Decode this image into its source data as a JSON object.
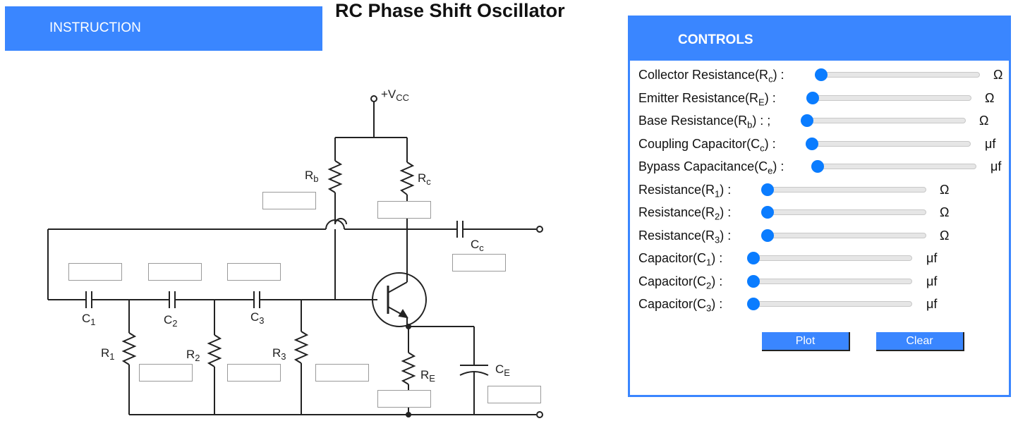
{
  "title": "RC Phase Shift Oscillator",
  "instruction_label": "INSTRUCTION",
  "controls": {
    "heading": "CONTROLS",
    "items": [
      {
        "label": "Collector Resistance(R",
        "sub": "c",
        "suffix": ") :",
        "unit": "Ω",
        "value": 0
      },
      {
        "label": "Emitter Resistance(R",
        "sub": "E",
        "suffix": ") :",
        "unit": "Ω",
        "value": 0
      },
      {
        "label": "Base Resistance(R",
        "sub": "b",
        "suffix": ") : ;",
        "unit": "Ω",
        "value": 0
      },
      {
        "label": "Coupling Capacitor(C",
        "sub": "c",
        "suffix": ") :",
        "unit": "μf",
        "value": 0
      },
      {
        "label": "Bypass Capacitance(C",
        "sub": "e",
        "suffix": ") :",
        "unit": "μf",
        "value": 0
      },
      {
        "label": "Resistance(R",
        "sub": "1",
        "suffix": ") :",
        "unit": "Ω",
        "value": 0
      },
      {
        "label": "Resistance(R",
        "sub": "2",
        "suffix": ") :",
        "unit": "Ω",
        "value": 0
      },
      {
        "label": "Resistance(R",
        "sub": "3",
        "suffix": ") :",
        "unit": "Ω",
        "value": 0
      },
      {
        "label": "Capacitor(C",
        "sub": "1",
        "suffix": ") :",
        "unit": "μf",
        "value": 0
      },
      {
        "label": "Capacitor(C",
        "sub": "2",
        "suffix": ") :",
        "unit": "μf",
        "value": 0
      },
      {
        "label": "Capacitor(C",
        "sub": "3",
        "suffix": ") :",
        "unit": "μf",
        "value": 0
      }
    ],
    "plot_label": "Plot",
    "clear_label": "Clear"
  },
  "circuit": {
    "vcc": {
      "text": "+V",
      "sub": "CC"
    },
    "rb": {
      "text": "R",
      "sub": "b"
    },
    "rc": {
      "text": "R",
      "sub": "c"
    },
    "cc": {
      "text": "C",
      "sub": "c"
    },
    "c1": {
      "text": "C",
      "sub": "1"
    },
    "c2": {
      "text": "C",
      "sub": "2"
    },
    "c3": {
      "text": "C",
      "sub": "3"
    },
    "r1": {
      "text": "R",
      "sub": "1"
    },
    "r2": {
      "text": "R",
      "sub": "2"
    },
    "r3": {
      "text": "R",
      "sub": "3"
    },
    "re": {
      "text": "R",
      "sub": "E"
    },
    "ce": {
      "text": "C",
      "sub": "E"
    },
    "inputs": {
      "rb": "",
      "rc": "",
      "cc": "",
      "c1": "",
      "c2": "",
      "c3": "",
      "r1": "",
      "r2": "",
      "r3": "",
      "out": "",
      "re": "",
      "ce": ""
    }
  }
}
